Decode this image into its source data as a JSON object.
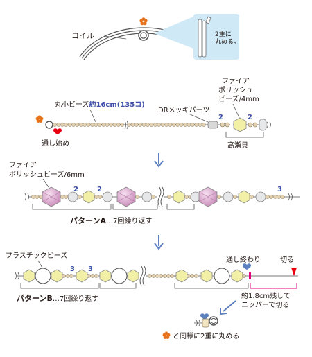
{
  "step1": {
    "coil_label": "コイル",
    "zoom_note_line1": "2重に",
    "zoom_note_line2": "丸める。"
  },
  "step2": {
    "small_beads_label_a": "丸小ビーズ",
    "small_beads_label_b": "約16cm(135コ)",
    "dr_label": "DRメッキパーツ",
    "fire_label_line1": "ファイア",
    "fire_label_line2": "ポリッシュ",
    "fire_label_line3": "ビーズ/4mm",
    "count_left": "2",
    "count_right": "2",
    "takase_label": "高瀬貝",
    "start_label": "通し始め"
  },
  "step3": {
    "fire_label_line1": "ファイア",
    "fire_label_line2": "ポリッシュビーズ/6mm",
    "count_a": "2",
    "count_b": "2",
    "count_c": "3",
    "pattern_name": "パターンA",
    "pattern_repeat": "…7回繰り返す"
  },
  "step4": {
    "plastic_label": "プラスチックビーズ",
    "count_a": "3",
    "count_b": "3",
    "end_label": "通し終わり",
    "cut_label": "切る",
    "pattern_name": "パターンB",
    "pattern_repeat": "…7回繰り返す",
    "remain_line1": "約1.8cm残して",
    "remain_line2": "ニッパーで切る"
  },
  "step5": {
    "final_note": "と同様に2重に丸める"
  },
  "colors": {
    "pink_bead": "#d9a3c8",
    "yellow_bead": "#f2f0a6",
    "clear_bead": "#e6e7e8",
    "small_bead": "#e2d1b3",
    "arrow_blue": "#5b7fbf",
    "count_blue": "#3c4fa8",
    "heart_red": "#e60012",
    "heart_blue": "#5b7fbf",
    "flower_orange": "#e8711a",
    "magenta_bracket": "#e4007f"
  }
}
